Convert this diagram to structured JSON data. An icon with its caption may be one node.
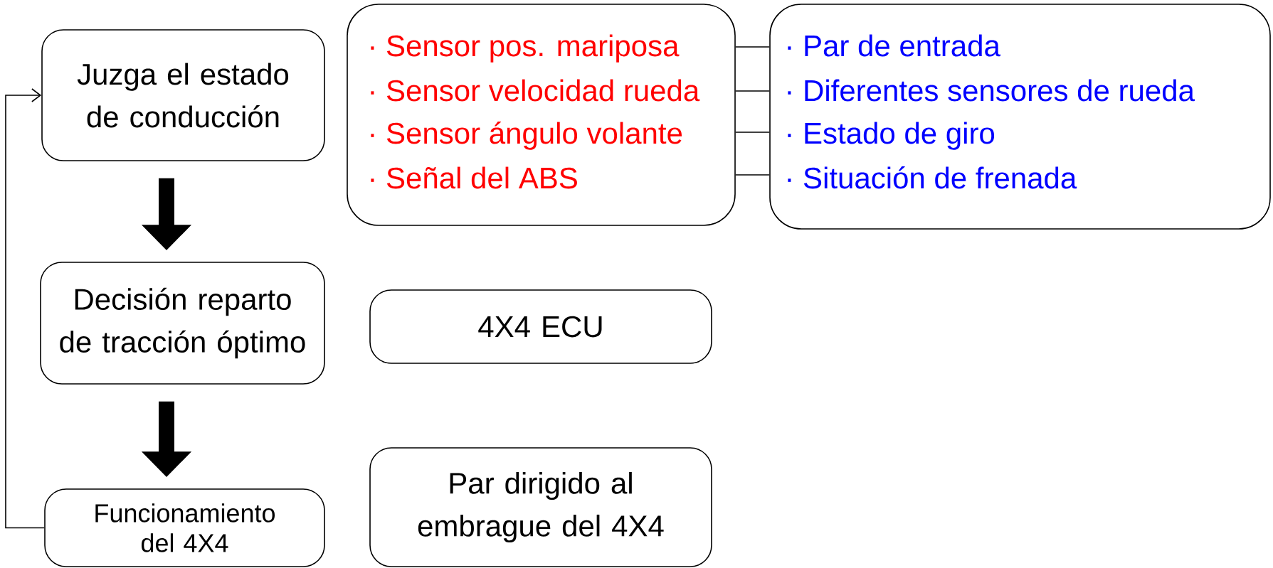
{
  "diagram": {
    "nodes": [
      {
        "text": [
          "Juzga el estado de conducción"
        ]
      },
      {
        "text": [
          "· Sensor pos. mariposa",
          "· Sensor velocidad rueda",
          "· Sensor ángulo volante",
          "· Señal del ABS"
        ]
      },
      {
        "text": [
          "· Par de entrada",
          "· Diferentes sensores de rueda",
          "· Estado de giro",
          "· Situación de frenada"
        ]
      },
      {
        "text": [
          "Decisión reparto de tracción óptimo"
        ]
      },
      {
        "text": [
          "4X4 ECU"
        ]
      },
      {
        "text": [
          "Funcionamiento del 4X4"
        ]
      },
      {
        "text": [
          "Par dirigido al embrague del 4X4"
        ]
      }
    ],
    "edges": [
      {
        "from": 0,
        "to": 3,
        "arrow": "to",
        "style": "thick"
      },
      {
        "from": 3,
        "to": 5,
        "arrow": "to",
        "style": "thick"
      },
      {
        "from": 5,
        "to": 0,
        "arrow": "to"
      },
      {
        "from": 1,
        "to": 2,
        "arrow": "none"
      },
      {
        "from": 1,
        "to": 2,
        "arrow": "none"
      },
      {
        "from": 1,
        "to": 2,
        "arrow": "none"
      },
      {
        "from": 1,
        "to": 2,
        "arrow": "none"
      }
    ]
  }
}
